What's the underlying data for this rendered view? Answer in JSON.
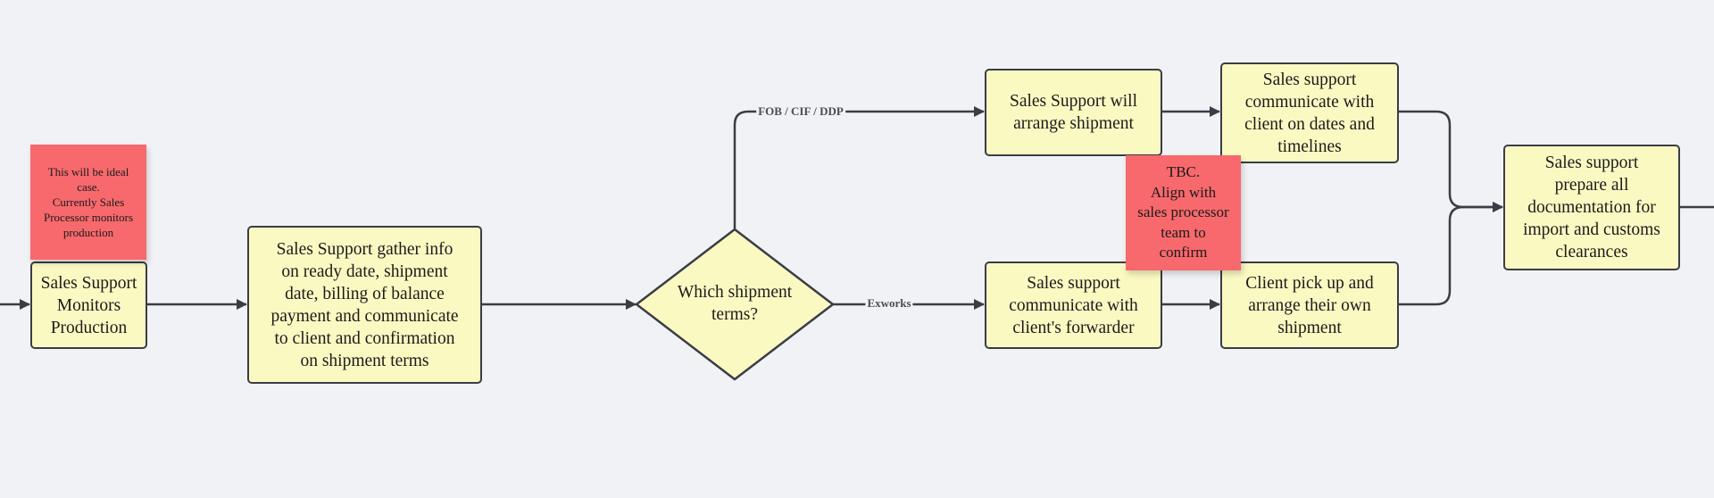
{
  "nodes": {
    "monitors_production": "Sales Support\nMonitors\nProduction",
    "gather_info": "Sales Support gather info\non ready date, shipment\ndate, billing of balance\npayment and communicate\nto client and confirmation\non shipment terms",
    "decision": "Which shipment\nterms?",
    "arrange_shipment": "Sales Support will\narrange shipment",
    "communicate_dates": "Sales support\ncommunicate with\nclient on dates and\ntimelines",
    "communicate_forwarder": "Sales support\ncommunicate with\nclient's forwarder",
    "client_pickup": "Client pick up and\narrange their own\nshipment",
    "prepare_docs": "Sales support\nprepare all\ndocumentation for\nimport and customs\nclearances"
  },
  "notes": {
    "ideal_case": "This will be ideal\ncase.\nCurrently Sales\nProcessor monitors\nproduction",
    "tbc": "TBC.\nAlign with\nsales processor\nteam to\nconfirm"
  },
  "edge_labels": {
    "fob": "FOB / CIF / DDP",
    "exworks": "Exworks"
  },
  "colors": {
    "node_fill": "#fbf9c2",
    "stroke": "#3a3d45",
    "note_fill": "#f7696c",
    "background": "#f1f2f5"
  }
}
